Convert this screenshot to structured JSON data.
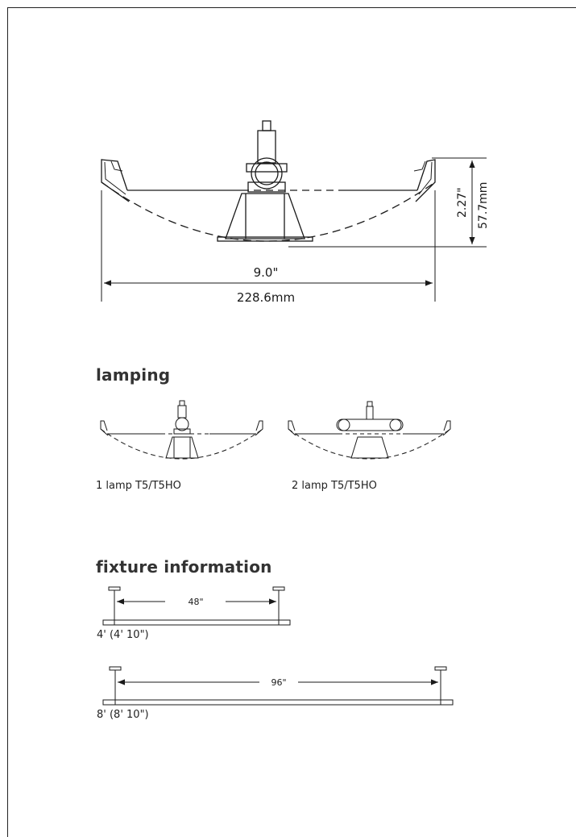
{
  "main_diagram": {
    "height_in": "2.27\"",
    "height_mm": "57.7mm",
    "width_in": "9.0\"",
    "width_mm": "228.6mm"
  },
  "lamping": {
    "heading": "lamping",
    "options": [
      {
        "label": "1 lamp T5/T5HO"
      },
      {
        "label": "2 lamp T5/T5HO"
      }
    ]
  },
  "fixture_information": {
    "heading": "fixture information",
    "fixtures": [
      {
        "spacing": "48\"",
        "size": "4' (4' 10\")"
      },
      {
        "spacing": "96\"",
        "size": "8' (8' 10\")"
      }
    ]
  }
}
